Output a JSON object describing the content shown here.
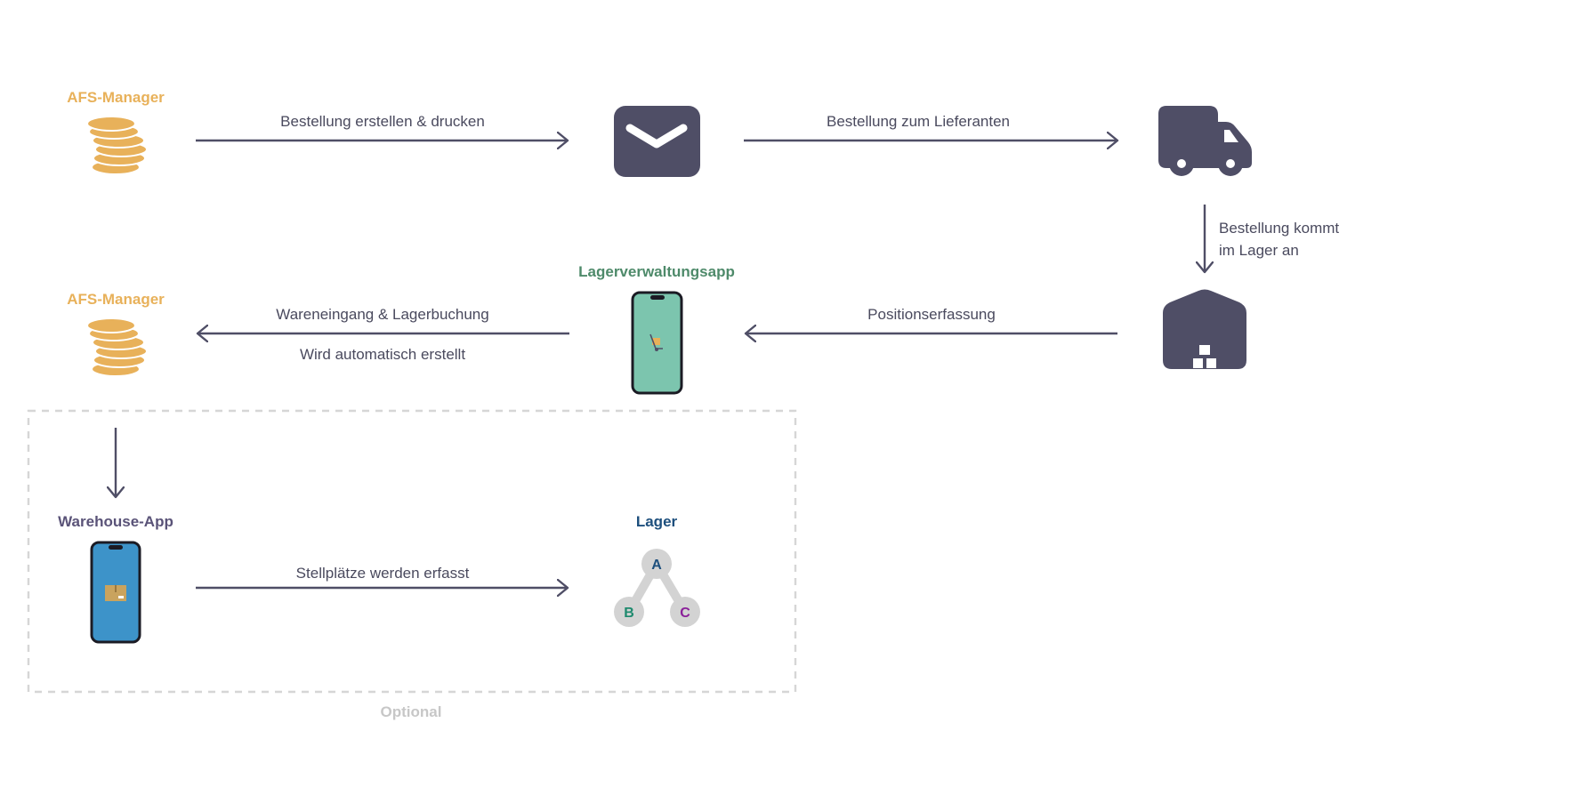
{
  "nodes": {
    "afs_top": {
      "title": "AFS-Manager"
    },
    "afs_mid": {
      "title": "AFS-Manager"
    },
    "lvapp": {
      "title": "Lagerverwaltungsapp"
    },
    "warehouse_app": {
      "title": "Warehouse-App"
    },
    "lager": {
      "title": "Lager",
      "slots": [
        "A",
        "B",
        "C"
      ]
    }
  },
  "edges": {
    "order_print": "Bestellung erstellen & drucken",
    "to_supplier": "Bestellung zum Lieferanten",
    "arrives_line1": "Bestellung kommt",
    "arrives_line2": "im Lager an",
    "position_capture": "Positionserfassung",
    "goods_receipt": "Wareneingang & Lagerbuchung",
    "auto_created": "Wird automatisch erstellt",
    "slots_captured": "Stellplätze werden erfasst"
  },
  "optional_label": "Optional",
  "colors": {
    "dark": "#4f4e66",
    "gold": "#e8b15a",
    "green_title": "#4e8a6a",
    "phone_green": "#7cc5ae",
    "phone_blue": "#3d93c9",
    "purple_title": "#5a5378",
    "blue_title": "#1d4f7d",
    "node_grey": "#d3d3d3",
    "slot_a": "#1d4f7d",
    "slot_b": "#1e8a6e",
    "slot_c": "#8a1f99",
    "optional_grey": "#c7c7c7"
  }
}
